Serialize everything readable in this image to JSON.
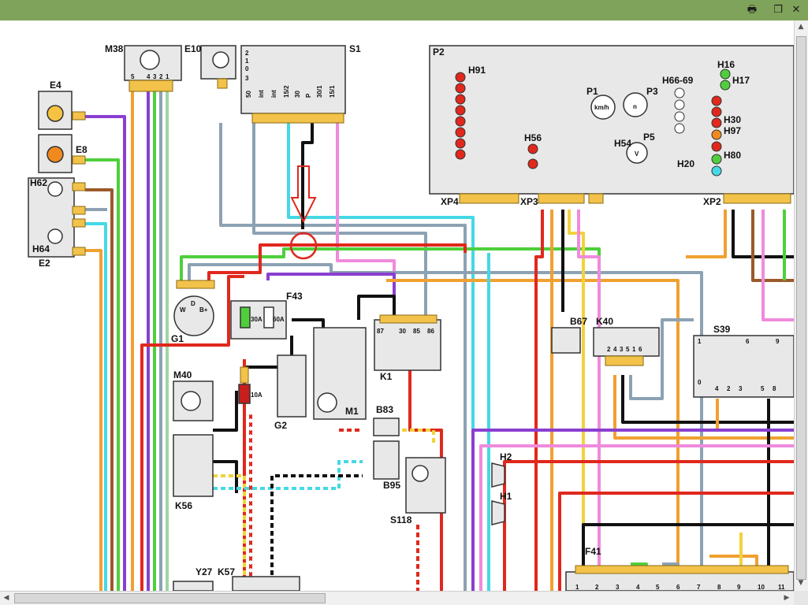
{
  "window": {
    "print_icon": "printer-icon",
    "restore_icon": "restore-icon",
    "close_icon": "close-icon"
  },
  "labels": {
    "M38": "M38",
    "E10": "E10",
    "S1": "S1",
    "P2": "P2",
    "E4": "E4",
    "E8": "E8",
    "H62": "H62",
    "H64": "H64",
    "E2": "E2",
    "H91": "H91",
    "P1": "P1",
    "P3": "P3",
    "H66_69": "H66-69",
    "H16": "H16",
    "H17": "H17",
    "H30": "H30",
    "H97": "H97",
    "H80": "H80",
    "H20": "H20",
    "H56": "H56",
    "H54": "H54",
    "P5": "P5",
    "XP4": "XP4",
    "XP3": "XP3",
    "XP2": "XP2",
    "F43": "F43",
    "G1": "G1",
    "B67": "B67",
    "K40": "K40",
    "S39": "S39",
    "K1": "K1",
    "M40": "M40",
    "G2": "G2",
    "M1": "M1",
    "B83": "B83",
    "B95": "B95",
    "K56": "K56",
    "S118": "S118",
    "H2": "H2",
    "H1": "H1",
    "F41": "F41",
    "Y27": "Y27",
    "K57": "K57",
    "fuse_30A": "30A",
    "fuse_60A": "60A",
    "fuse_10A": "10A",
    "kmh": "km/h",
    "n": "n",
    "V": "V"
  },
  "pins": {
    "M38": [
      "5",
      "4",
      "3",
      "2",
      "1"
    ],
    "S1_rows": [
      "2",
      "1",
      "0",
      "3"
    ],
    "S1_terms": [
      "50",
      "int",
      "int",
      "15/2",
      "30",
      "P",
      "30/1",
      "15/1"
    ],
    "K1": [
      "87",
      "30",
      "85",
      "86"
    ],
    "K40": [
      "2",
      "4",
      "3",
      "5",
      "1",
      "6"
    ],
    "S39": [
      "1",
      "6",
      "9",
      "0",
      "4",
      "2",
      "3",
      "5",
      "8"
    ],
    "G1": [
      "W",
      "D",
      "B+"
    ],
    "F41": [
      "1",
      "2",
      "3",
      "4",
      "5",
      "6",
      "7",
      "8",
      "9",
      "10",
      "11"
    ]
  },
  "colors": {
    "red": "#e0281c",
    "green": "#4fcf3c",
    "purple": "#8a3fd0",
    "orange": "#f0a030",
    "gray": "#8ca2b3",
    "cyan": "#45d8e6",
    "pink": "#ef8bdc",
    "brown": "#9a5a2a",
    "black": "#111111",
    "yellow": "#f2d23a",
    "blue": "#3f83ea"
  }
}
